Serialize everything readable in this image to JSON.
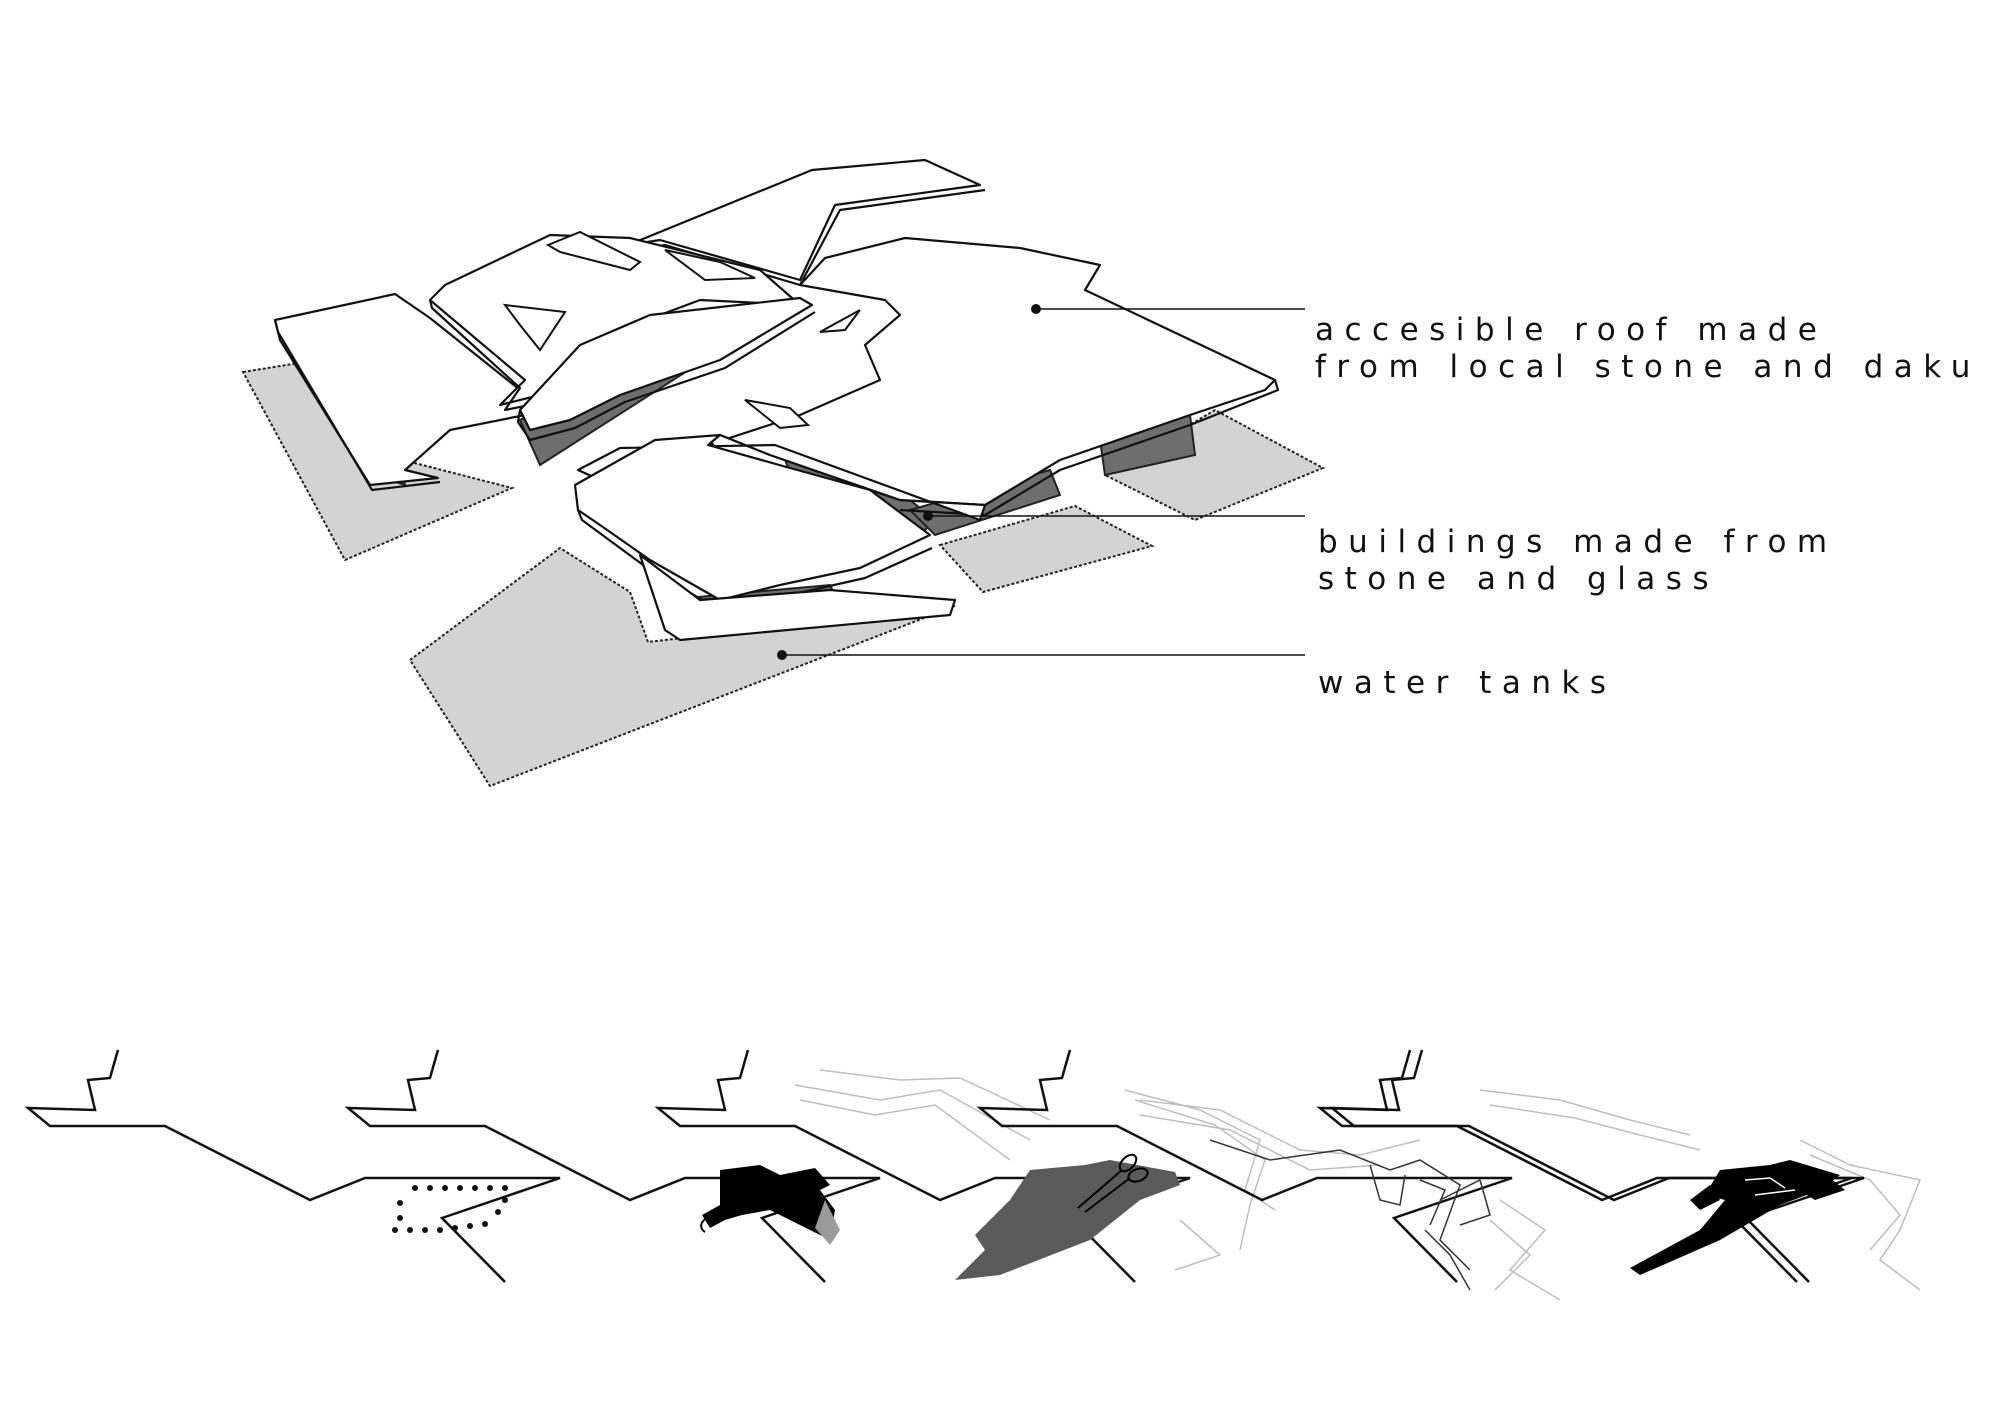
{
  "labels": {
    "roof": {
      "line1": "accesible roof made",
      "line2": "from local stone and daku"
    },
    "buildings": {
      "line1": "buildings made from",
      "line2": "stone and glass"
    },
    "tanks": {
      "line1": "water tanks"
    }
  },
  "colors": {
    "ink": "#111111",
    "tank_fill": "#d3d3d3",
    "wall_shade": "#6e6e6e",
    "sketch_grey": "#bdbdbd",
    "fill_dark": "#000000",
    "fill_mid": "#5a5a5a"
  }
}
